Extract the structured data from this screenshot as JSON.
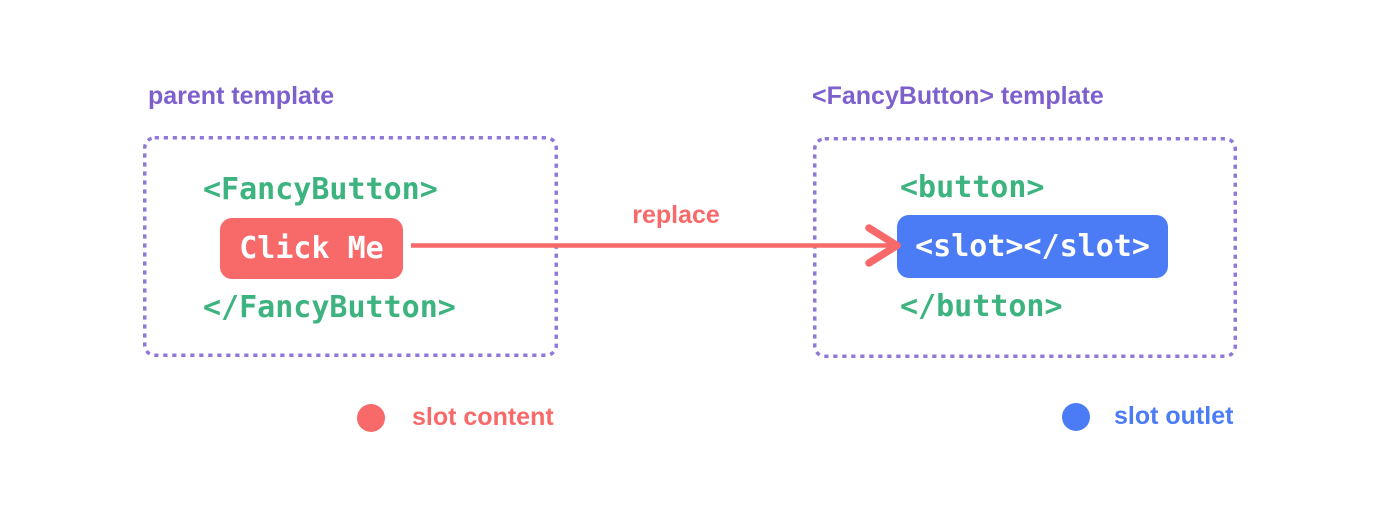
{
  "colors": {
    "red": "#f86969",
    "blue": "#4b7cf6",
    "green": "#3db380",
    "purple": "#7d60cd",
    "border": "#9178d8",
    "white": "#ffffff",
    "bg": "#ffffff"
  },
  "left_panel": {
    "title": "parent template",
    "open_tag": "<FancyButton>",
    "button_label": "Click Me",
    "close_tag": "</FancyButton>"
  },
  "right_panel": {
    "title": "<FancyButton> template",
    "open_tag": "<button>",
    "slot_label": "<slot></slot>",
    "close_tag": "</button>"
  },
  "arrow": {
    "label": "replace"
  },
  "legend": {
    "slot_content": "slot content",
    "slot_outlet": "slot outlet"
  }
}
